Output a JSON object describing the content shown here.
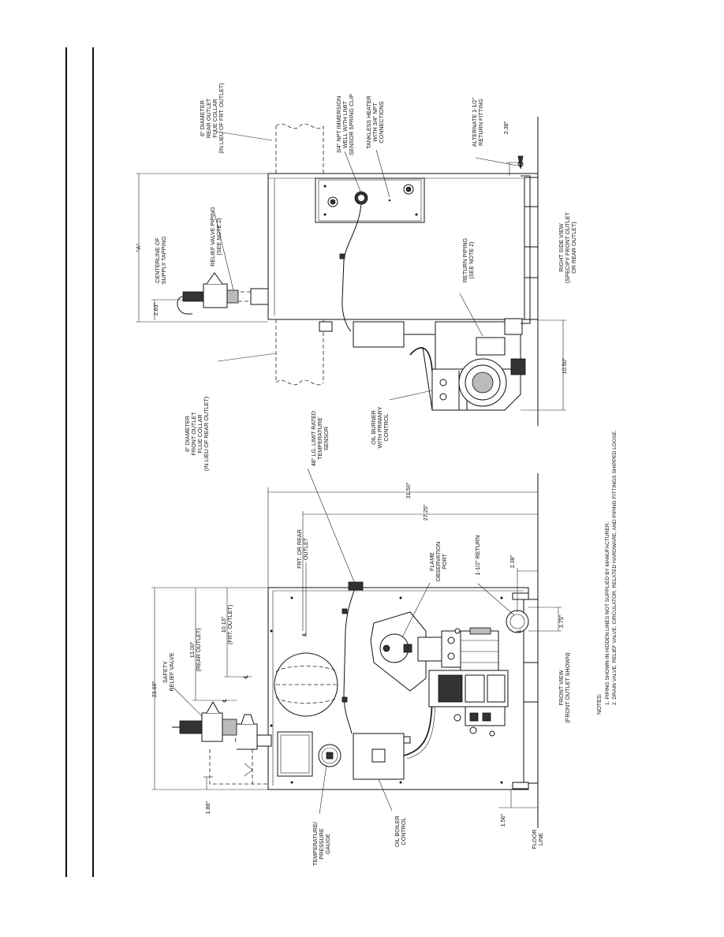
{
  "labels": {
    "flue_collar_rear": [
      "6\" DIAMETER",
      "REAR OUTLET",
      "FLUE COLLAR",
      "(IN LIEU OF FRT. OUTLET)"
    ],
    "immersion_well": [
      "3/4\" NPT IMMERSION",
      "WELL WITH LIMIT",
      "SENSOR SPRING CLIP"
    ],
    "tankless_heater": [
      "TANKLESS HEATER",
      "WITH 3/4\" NPT",
      "CONNECTIONS"
    ],
    "alternate_return": [
      "ALTERNATE 1-1/2\"",
      "RETURN FITTING"
    ],
    "dim_238_side": "2.38\"",
    "dim_A": "\"A\"",
    "relief_piping": [
      "RELIEF VALVE PIPING",
      "(SEE NOTE 2)"
    ],
    "centerline_supply": [
      "CENTERLINE OF",
      "SUPPLY TAPPING"
    ],
    "dim_263": "2.63\"",
    "return_piping": [
      "RETURN PIPING",
      "(SEE NOTE 2)"
    ],
    "right_side_view": [
      "RIGHT SIDE VIEW",
      "(SPECIFY FRONT OUTLET",
      "OR REAR OUTLET)"
    ],
    "flue_collar_front": [
      "6\" DIAMETER",
      "FRONT OUTLET",
      "FLUE COLLAR",
      "(IN LIEU OF REAR OUTLET)"
    ],
    "limit_sensor": [
      "48\" LG. LIMIT RATED",
      "TEMPERATURE",
      "SENSOR"
    ],
    "oil_burner": [
      "OIL BURNER",
      "WITH PRIMARY",
      "CONTROL"
    ],
    "dim_1050": "10.50\"",
    "dim_3150": "31.50\"",
    "dim_2725": "27.25\"",
    "frt_rear_outlet": [
      "FRT. OR REAR",
      "OUTLET"
    ],
    "flame_port": [
      "FLAME",
      "OBSERVATION",
      "PORT"
    ],
    "return_112": "1-1/2\" RETURN",
    "dim_238_front": "2.38\"",
    "dim_375": "3.75\"",
    "safety_relief": [
      "SAFETY",
      "RELIEF VALVE"
    ],
    "dim_1300": [
      "13.00\"",
      "(REAR OUTLET)"
    ],
    "dim_1013": [
      "10.13\"",
      "(FRT. OUTLET)"
    ],
    "dim_2369": "23.69\"",
    "dim_188": "1.88\"",
    "dim_156": "1.56\"",
    "temp_gauge": [
      "TEMPERATURE/",
      "PRESSURE",
      "GAUGE"
    ],
    "oil_control": [
      "OIL BOILER",
      "CONTROL"
    ],
    "floor_line": [
      "FLOOR",
      "LINE"
    ],
    "front_view": [
      "FRONT VIEW",
      "(FRONT OUTLET SHOWN)"
    ],
    "notes_title": "NOTES:",
    "note1": "1. PIPING SHOWN IN HIDDEN LINES NOT SUPPLIED BY MANUFACTURER.",
    "note2": "2. DRAIN VALVE, RELIEF VALVE, CIRCULATOR, RELATED HARDWARE, AND PIPING FITTINGS SHIPPED LOOSE."
  }
}
